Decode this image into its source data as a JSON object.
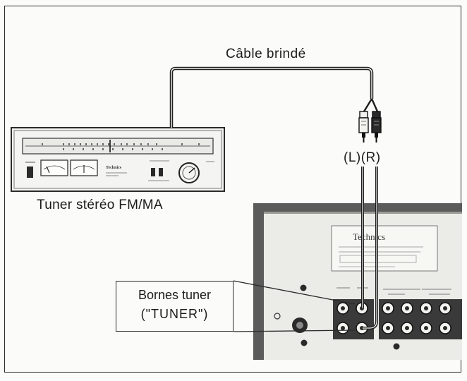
{
  "cable": {
    "label": "Câble brindé"
  },
  "plugs": {
    "label": "(L)(R)"
  },
  "tuner": {
    "label": "Tuner stéréo FM/MA",
    "brand": "Technics"
  },
  "amplifier": {
    "brand": "Technics"
  },
  "callout": {
    "line1": "Bornes tuner",
    "line2": "(\"TUNER\")"
  }
}
